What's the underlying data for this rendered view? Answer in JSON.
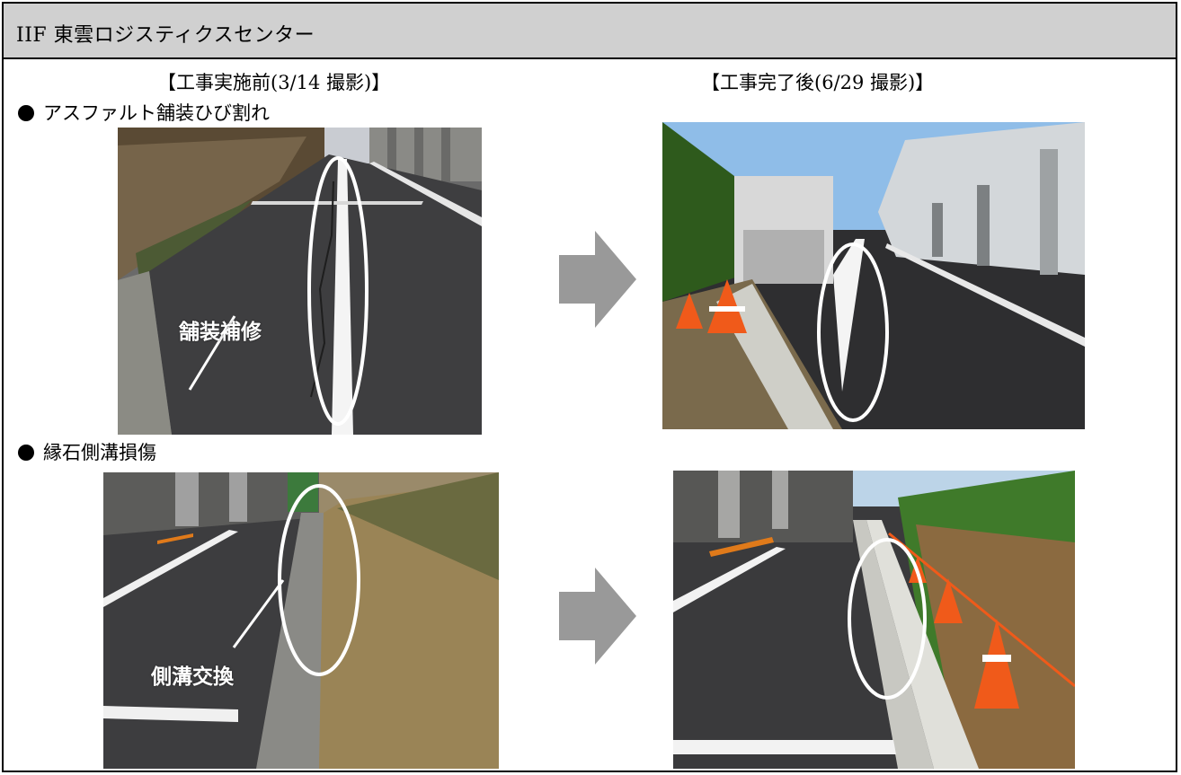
{
  "header": {
    "title": "IIF 東雲ロジスティクスセンター"
  },
  "columns": {
    "before": "【工事実施前(3/14 撮影)】",
    "after": "【工事完了後(6/29 撮影)】"
  },
  "sections": [
    {
      "label": "アスファルト舗装ひび割れ",
      "callout": "舗装補修"
    },
    {
      "label": "縁石側溝損傷",
      "callout": "側溝交換"
    }
  ],
  "colors": {
    "header_bg": "#d0d0d0",
    "arrow": "#999999",
    "highlight": "#ffffff",
    "asphalt": "#3d3d3f",
    "cone": "#f05a1a"
  }
}
